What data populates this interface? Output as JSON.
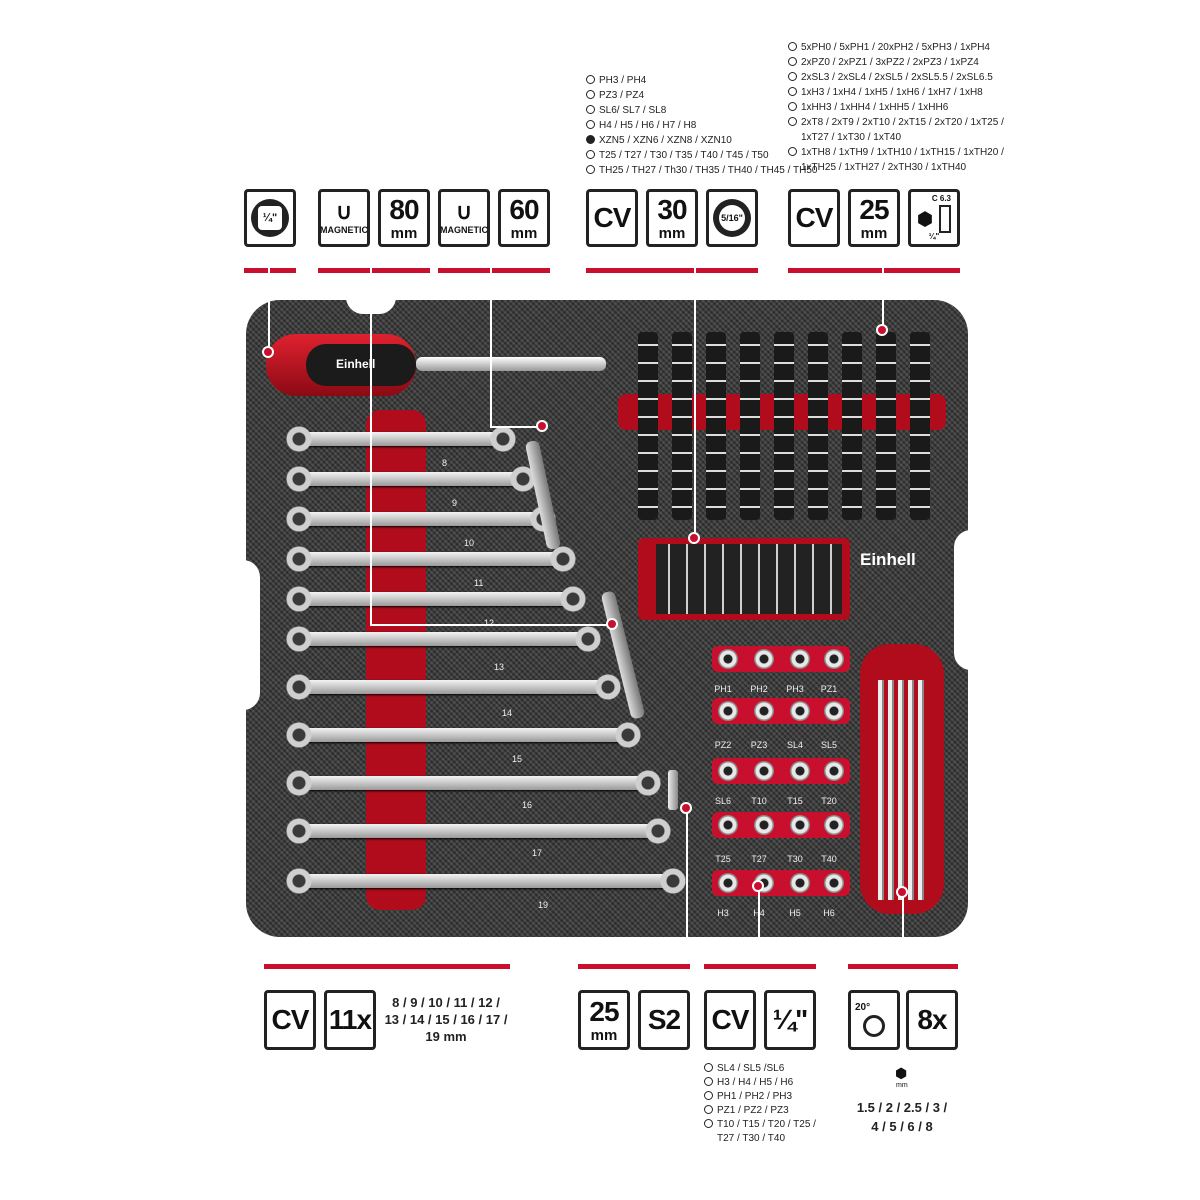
{
  "top_badges": {
    "drive": {
      "label": "¼\""
    },
    "magnetic_80": {
      "icon_label": "MAGNETIC",
      "value": "80",
      "unit": "mm"
    },
    "magnetic_60": {
      "icon_label": "MAGNETIC",
      "value": "60",
      "unit": "mm"
    },
    "bits30": {
      "material": "CV",
      "value": "30",
      "unit": "mm",
      "drive": "5/16\""
    },
    "bits25": {
      "material": "CV",
      "value": "25",
      "unit": "mm",
      "hex": "C 6.3",
      "drive": "¼\""
    }
  },
  "legend_mid": [
    "PH3 / PH4",
    "PZ3 / PZ4",
    "SL6/ SL7 / SL8",
    "H4 / H5 / H6 / H7 / H8",
    "XZN5 / XZN6 / XZN8 / XZN10",
    "T25 / T27 / T30 / T35 / T40 / T45 / T50",
    "TH25 / TH27 / Th30 / TH35 / TH40 / TH45 / TH50"
  ],
  "legend_right": [
    "5xPH0 / 5xPH1 / 20xPH2 / 5xPH3 / 1xPH4",
    "2xPZ0 / 2xPZ1 / 3xPZ2 / 2xPZ3 / 1xPZ4",
    "2xSL3 / 2xSL4 / 2xSL5 / 2xSL5.5 / 2xSL6.5",
    "1xH3 / 1xH4 / 1xH5 / 1xH6 / 1xH7 / 1xH8",
    "1xHH3 / 1xHH4 / 1xHH5 / 1xHH6",
    "2xT8 / 2xT9 / 2xT10 / 2xT15 / 2xT20 / 1xT25 /",
    "1xT27 / 1xT30 / 1xT40",
    "1xTH8 / 1xTH9 / 1xTH10 / 1xTH15 / 1xTH20 /",
    "1xTH25 / 1xTH27 / 2xTH30 / 1xTH40"
  ],
  "tray": {
    "brand": "Einhell",
    "wrench_labels": [
      "8",
      "9",
      "10",
      "11",
      "12",
      "13",
      "14",
      "15",
      "16",
      "17",
      "19"
    ],
    "socket_labels": [
      [
        "PH1",
        "PH2",
        "PH3",
        "PZ1"
      ],
      [
        "PZ2",
        "PZ3",
        "SL4",
        "SL5"
      ],
      [
        "SL6",
        "T10",
        "T15",
        "T20"
      ],
      [
        "T25",
        "T27",
        "T30",
        "T40"
      ],
      [
        "H3",
        "H4",
        "H5",
        "H6"
      ]
    ]
  },
  "bottom_badges": {
    "wrenches": {
      "material": "CV",
      "count": "11x",
      "sizes_line1": "8 / 9 / 10 / 11 / 12 /",
      "sizes_line2": "13 / 14 / 15 / 16 / 17 /",
      "sizes_line3": "19 mm"
    },
    "bit": {
      "value": "25",
      "unit": "mm",
      "steel": "S2"
    },
    "sockets": {
      "material": "CV",
      "drive": "¼\""
    },
    "hex_keys": {
      "angle": "20°",
      "count": "8x",
      "unit": "mm",
      "sizes_line1": "1.5 / 2 / 2.5 / 3 /",
      "sizes_line2": "4 / 5 / 6 / 8"
    }
  },
  "legend_bottom": [
    "SL4 / SL5 /SL6",
    "H3 / H4 / H5 / H6",
    "PH1 / PH2 / PH3",
    "PZ1 / PZ2 / PZ3",
    "T10 / T15 / T20 / T25 /",
    "T27 / T30 / T40"
  ],
  "colors": {
    "accent": "#c8102e",
    "tray": "#3a3a3a"
  }
}
